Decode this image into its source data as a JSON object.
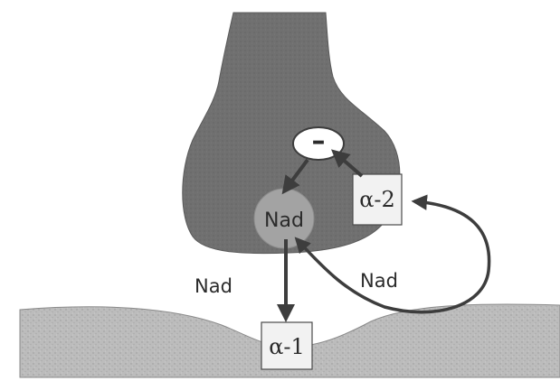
{
  "diagram": {
    "labels": {
      "vesicle": "Nad",
      "synaptic_cleft_left": "Nad",
      "synaptic_cleft_right": "Nad",
      "inhibition_symbol": "–",
      "presynaptic_receptor": "α-2",
      "postsynaptic_receptor": "α-1"
    },
    "colors": {
      "neuron_fill": "#6f6f6f",
      "postsynaptic_fill": "#b9b9b9",
      "vesicle_fill": "#9b9b9b",
      "arrow": "#3d3d3d",
      "box_fill": "#f2f2f2",
      "box_stroke": "#4a4a4a",
      "background": "#ffffff"
    }
  }
}
